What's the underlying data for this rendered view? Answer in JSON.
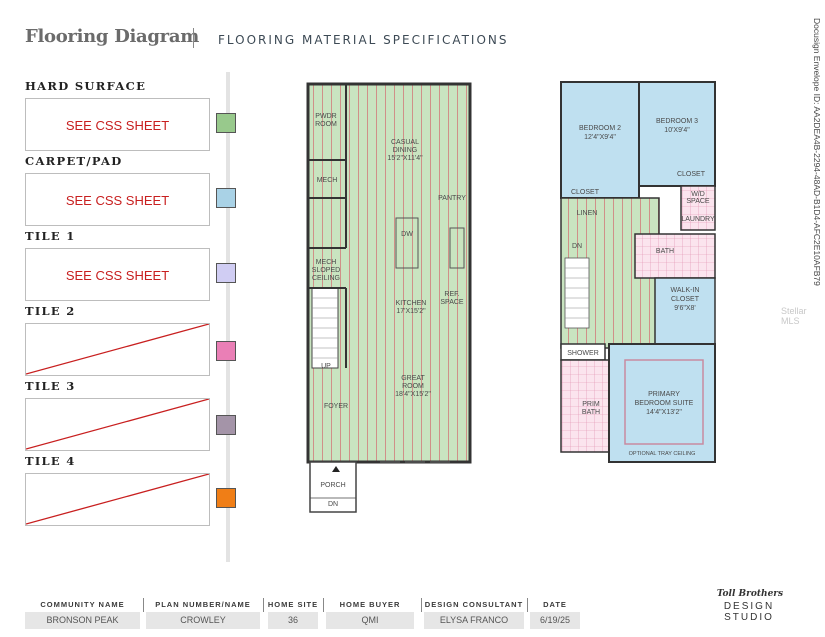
{
  "header": {
    "title": "Flooring Diagram",
    "subtitle": "FLOORING MATERIAL SPECIFICATIONS"
  },
  "categories": [
    {
      "label": "HARD SURFACE",
      "note": "SEE CSS SHEET",
      "swatch_color": "#98c98c"
    },
    {
      "label": "CARPET/PAD",
      "note": "SEE CSS SHEET",
      "swatch_color": "#a9d2e6"
    },
    {
      "label": "TILE 1",
      "note": "SEE CSS SHEET",
      "swatch_color": "#d0cdf3"
    },
    {
      "label": "TILE 2",
      "note": "",
      "swatch_color": "#ea7fb6"
    },
    {
      "label": "TILE 3",
      "note": "",
      "swatch_color": "#a494a8"
    },
    {
      "label": "TILE 4",
      "note": "",
      "swatch_color": "#f07e16"
    }
  ],
  "first_floor": {
    "rooms": {
      "pwdr": "PWDR\nROOM",
      "casual_dining": "CASUAL\nDINING\n15'2\"X11'4\"",
      "mech1": "MECH",
      "pantry": "PANTRY",
      "dw": "DW",
      "mech_sloped": "MECH\nSLOPED\nCEILING",
      "ref_space": "REF.\nSPACE",
      "kitchen": "KITCHEN\n17'X15'2\"",
      "up": "UP",
      "great_room": "GREAT\nROOM\n18'4\"X15'2\"",
      "foyer": "FOYER",
      "porch": "PORCH",
      "dn": "DN"
    }
  },
  "second_floor": {
    "rooms": {
      "bedroom2": "BEDROOM 2\n12'4\"X9'4\"",
      "bedroom3": "BEDROOM 3\n10'X9'4\"",
      "closet1": "CLOSET",
      "closet2": "CLOSET",
      "wd_space": "W/D\nSPACE",
      "laundry": "LAUNDRY",
      "linen": "LINEN",
      "dn": "DN",
      "bath": "BATH",
      "walkin": "WALK-IN\nCLOSET\n9'6\"X8'",
      "shower": "SHOWER",
      "prim_bath": "PRIM\nBATH",
      "primary_suite": "PRIMARY\nBEDROOM SUITE\n14'4\"X13'2\"",
      "tray": "OPTIONAL TRAY CEILING"
    }
  },
  "side_note": "Docusign Envelope ID: AA2DEA4B-2294-48AD-B1D4-AFC2E10AFB79",
  "mls_mark": "Stellar MLS",
  "footer": {
    "fields": [
      {
        "header": "COMMUNITY NAME",
        "value": "BRONSON PEAK"
      },
      {
        "header": "PLAN NUMBER/NAME",
        "value": "CROWLEY"
      },
      {
        "header": "HOME SITE",
        "value": "36"
      },
      {
        "header": "HOME BUYER",
        "value": "QMI"
      },
      {
        "header": "DESIGN CONSULTANT",
        "value": "ELYSA FRANCO"
      },
      {
        "header": "DATE",
        "value": "6/19/25"
      }
    ],
    "brand_line1": "Toll Brothers",
    "brand_line2": "DESIGN STUDIO"
  }
}
